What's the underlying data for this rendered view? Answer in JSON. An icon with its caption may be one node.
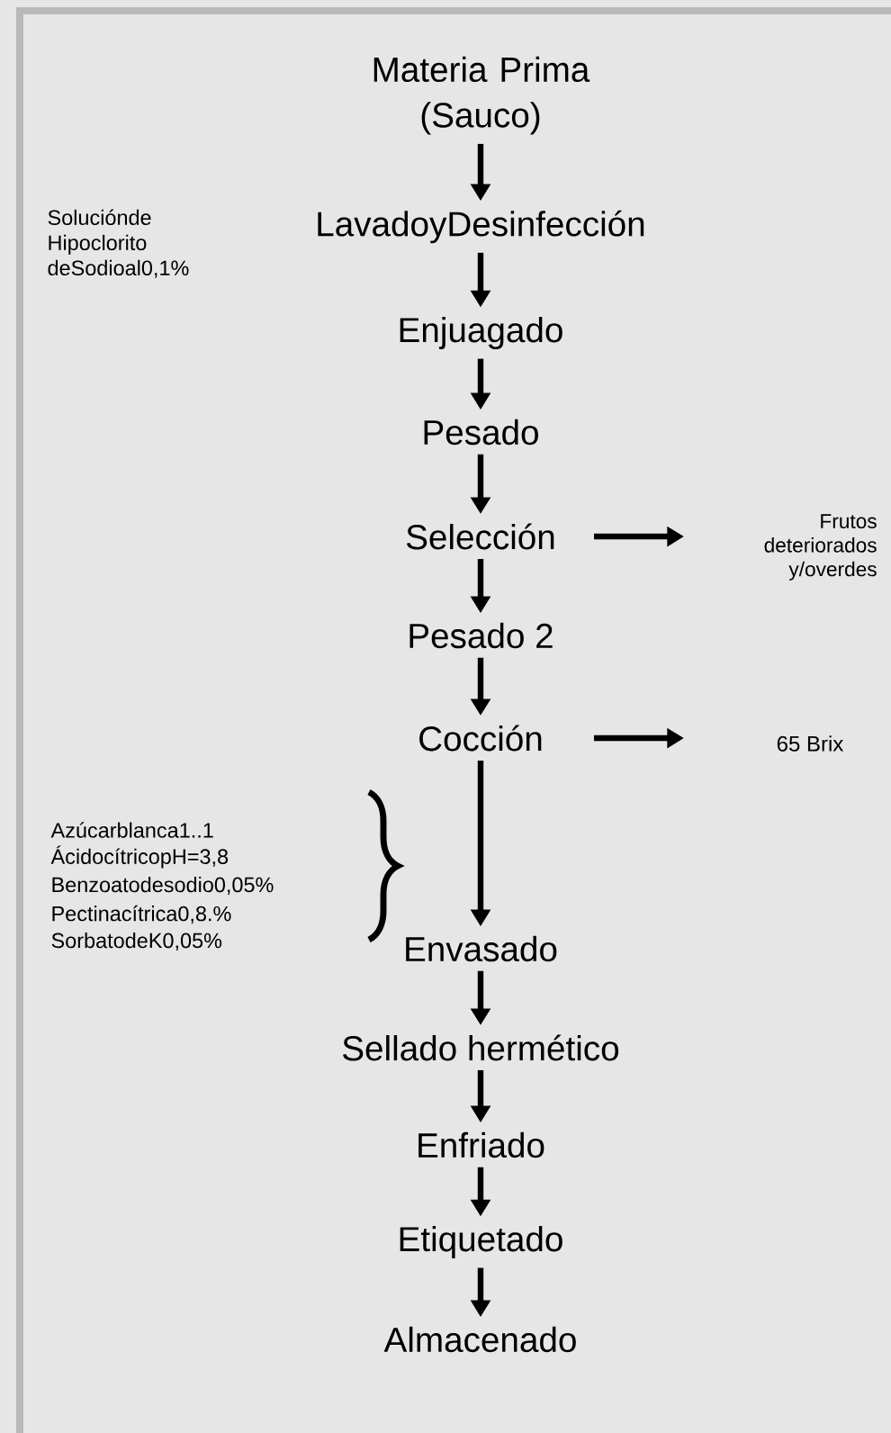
{
  "diagram": {
    "nodes": [
      {
        "text": [
          "Materia Prima (Sauco)"
        ]
      },
      {
        "text": [
          "LavadoyDesinfección"
        ]
      },
      {
        "text": [
          "Enjuagado"
        ]
      },
      {
        "text": [
          "Pesado"
        ]
      },
      {
        "text": [
          "Selección"
        ]
      },
      {
        "text": [
          "Pesado 2"
        ]
      },
      {
        "text": [
          "Cocción"
        ]
      },
      {
        "text": [
          "Envasado"
        ]
      },
      {
        "text": [
          "Sellado hermético"
        ]
      },
      {
        "text": [
          "Enfriado"
        ]
      },
      {
        "text": [
          "Etiquetado"
        ]
      },
      {
        "text": [
          "Almacenado"
        ]
      },
      {
        "text": [
          "Frutos deteriorados y/overdes"
        ]
      },
      {
        "text": [
          "65 Brix"
        ]
      }
    ],
    "edges": [
      {
        "from": 0,
        "to": 1,
        "arrow": "to"
      },
      {
        "from": 1,
        "to": 2,
        "arrow": "to"
      },
      {
        "from": 2,
        "to": 3,
        "arrow": "to"
      },
      {
        "from": 3,
        "to": 4,
        "arrow": "to"
      },
      {
        "from": 4,
        "to": 5,
        "arrow": "to"
      },
      {
        "from": 5,
        "to": 6,
        "arrow": "to"
      },
      {
        "from": 6,
        "to": 7,
        "arrow": "to"
      },
      {
        "from": 7,
        "to": 8,
        "arrow": "to"
      },
      {
        "from": 8,
        "to": 9,
        "arrow": "to"
      },
      {
        "from": 9,
        "to": 10,
        "arrow": "to"
      },
      {
        "from": 10,
        "to": 11,
        "arrow": "to"
      },
      {
        "from": 4,
        "to": 12,
        "arrow": "to"
      },
      {
        "from": 6,
        "to": 13,
        "arrow": "to"
      }
    ],
    "labels": [
      "Soluciónde Hipoclorito deSodioal0,1%",
      "Azúcarblanca1..1",
      "ÁcidocítricopH=3,8",
      "Benzoatodesodio0,05%",
      "Pectinacítrica0,8.%",
      "SorbatodeK0,05%"
    ]
  }
}
